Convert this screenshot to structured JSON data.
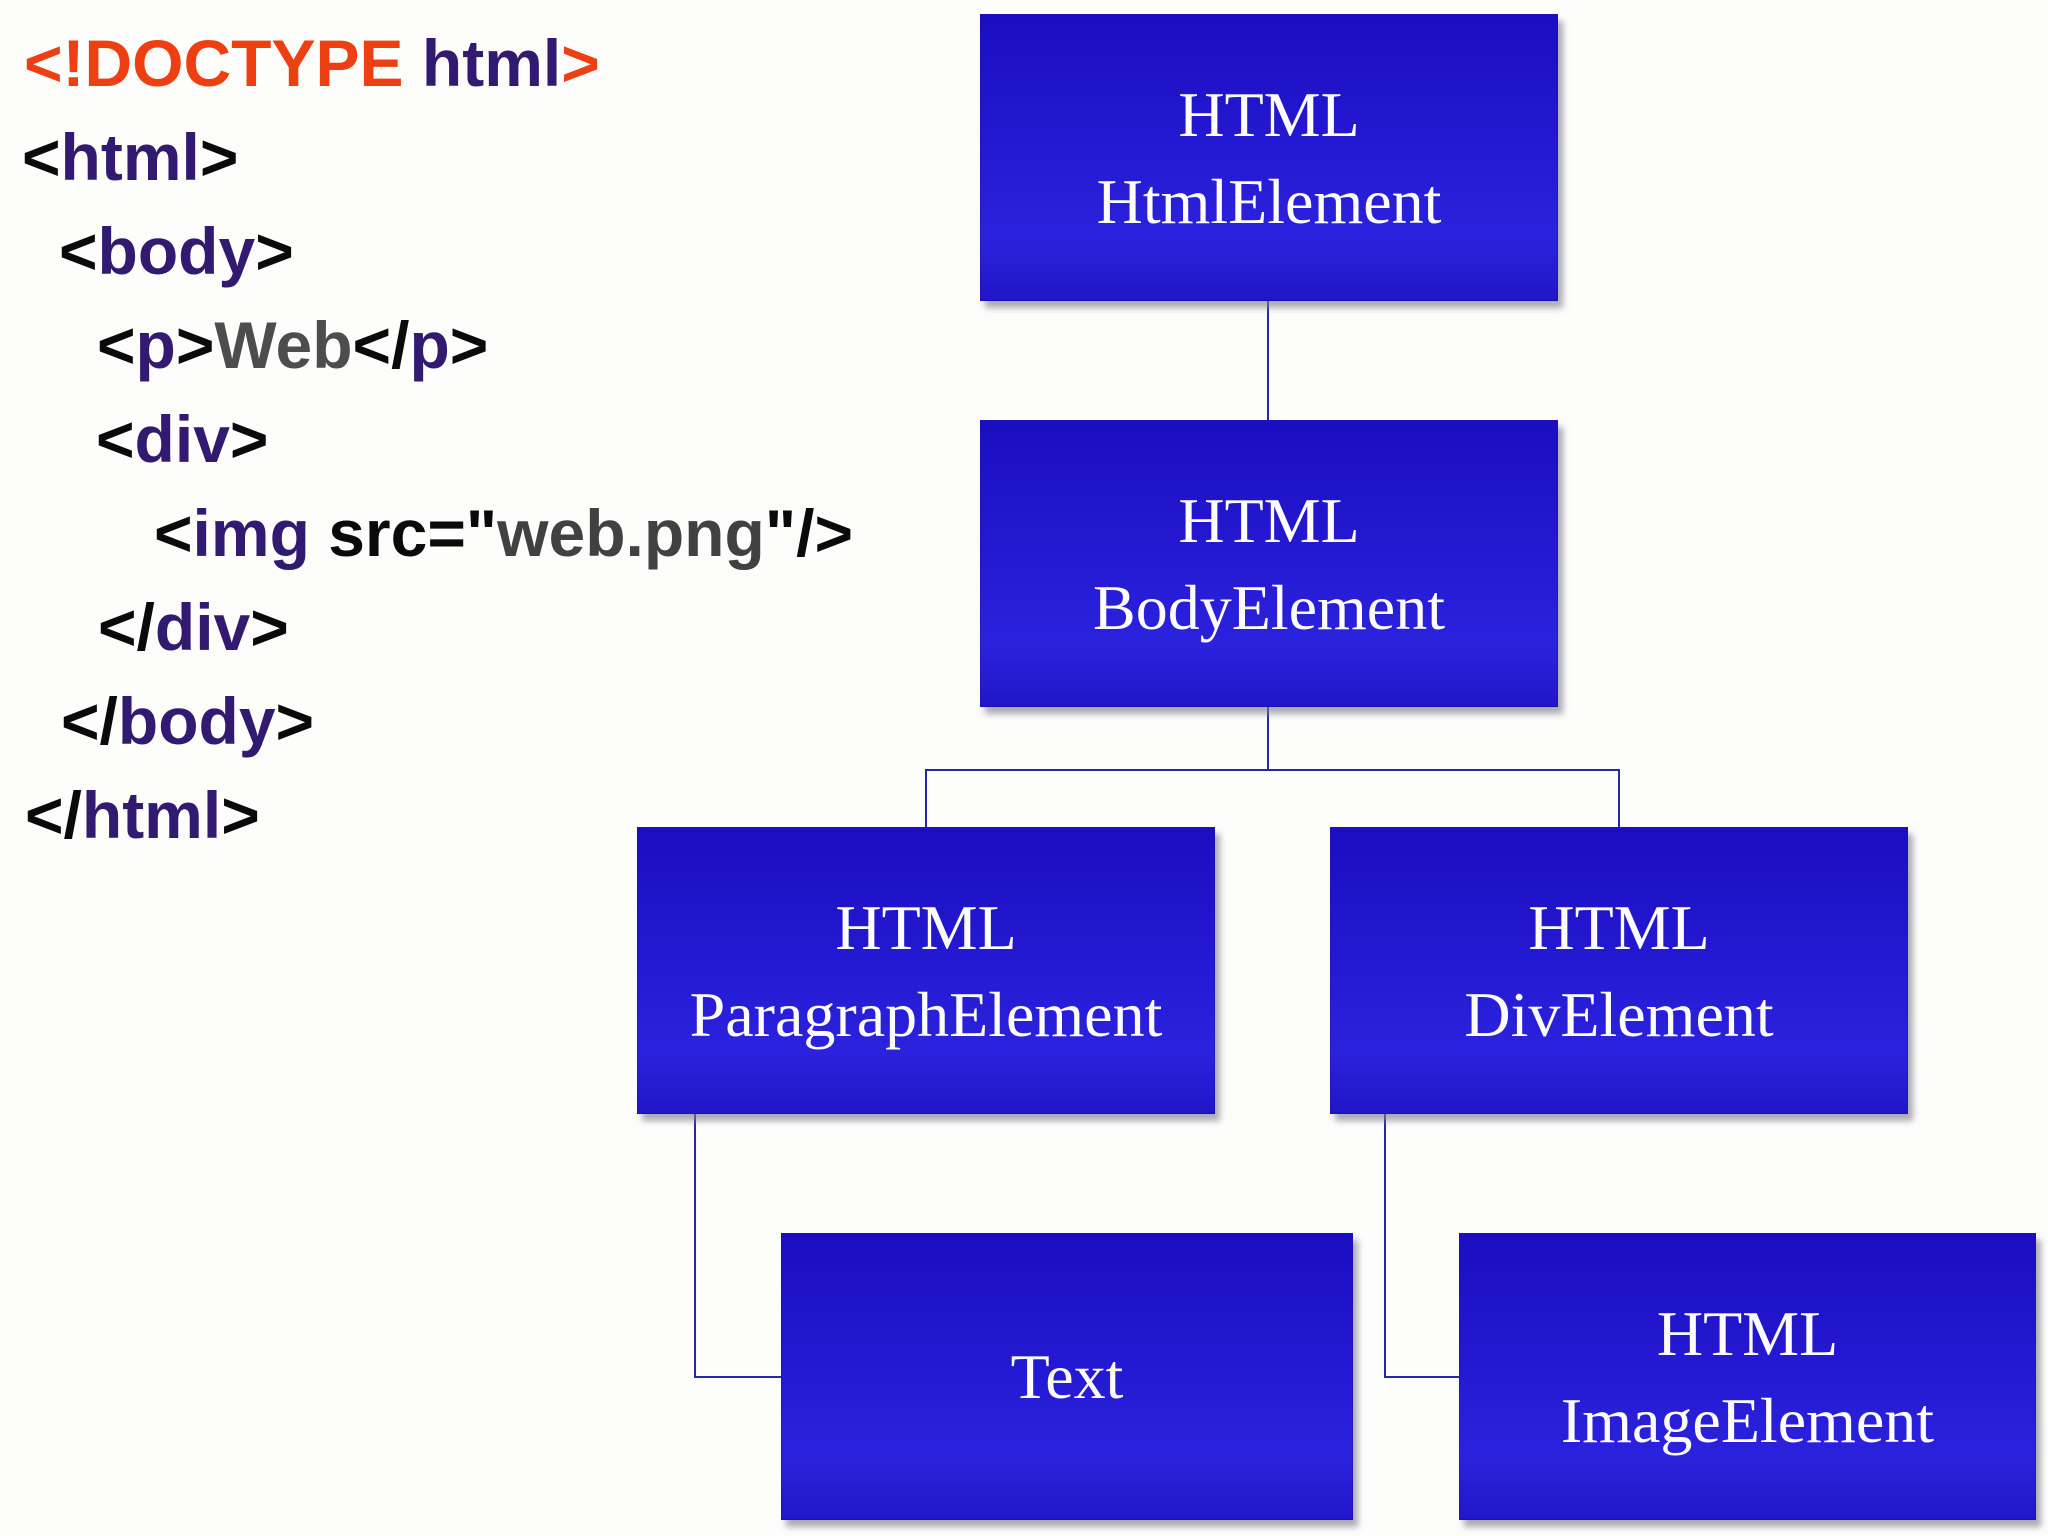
{
  "background": "#fdfdfc",
  "code": {
    "colors": {
      "doctype": "#ee3f12",
      "tag": "#311a70",
      "bracket": "#0a0a0a",
      "text": "#4d4d4d",
      "attr_value": "#414141"
    },
    "lines": [
      {
        "indent": 2,
        "segments": [
          {
            "t": "<!DOCTYPE ",
            "c": "doctype"
          },
          {
            "t": "html",
            "c": "tag"
          },
          {
            "t": ">",
            "c": "doctype"
          }
        ]
      },
      {
        "indent": 0,
        "segments": [
          {
            "t": "<",
            "c": "bracket"
          },
          {
            "t": "html",
            "c": "tag"
          },
          {
            "t": ">",
            "c": "bracket"
          }
        ]
      },
      {
        "indent": 37,
        "segments": [
          {
            "t": "<",
            "c": "bracket"
          },
          {
            "t": "body",
            "c": "tag"
          },
          {
            "t": ">",
            "c": "bracket"
          }
        ]
      },
      {
        "indent": 75,
        "segments": [
          {
            "t": "<",
            "c": "bracket"
          },
          {
            "t": "p",
            "c": "tag"
          },
          {
            "t": ">",
            "c": "bracket"
          },
          {
            "t": "Web",
            "c": "text"
          },
          {
            "t": "</",
            "c": "bracket"
          },
          {
            "t": "p",
            "c": "tag"
          },
          {
            "t": ">",
            "c": "bracket"
          }
        ]
      },
      {
        "indent": 74,
        "segments": [
          {
            "t": "<",
            "c": "bracket"
          },
          {
            "t": "div",
            "c": "tag"
          },
          {
            "t": ">",
            "c": "bracket"
          }
        ]
      },
      {
        "indent": 132,
        "segments": [
          {
            "t": "<",
            "c": "bracket"
          },
          {
            "t": "img",
            "c": "tag"
          },
          {
            "t": " src=\"",
            "c": "bracket"
          },
          {
            "t": "web.png",
            "c": "attr_value"
          },
          {
            "t": "\"/>",
            "c": "bracket"
          }
        ]
      },
      {
        "indent": 76,
        "segments": [
          {
            "t": "</",
            "c": "bracket"
          },
          {
            "t": "div",
            "c": "tag"
          },
          {
            "t": ">",
            "c": "bracket"
          }
        ]
      },
      {
        "indent": 39,
        "segments": [
          {
            "t": "</",
            "c": "bracket"
          },
          {
            "t": "body",
            "c": "tag"
          },
          {
            "t": ">",
            "c": "bracket"
          }
        ]
      },
      {
        "indent": 3,
        "segments": [
          {
            "t": "</",
            "c": "bracket"
          },
          {
            "t": "html",
            "c": "tag"
          },
          {
            "t": ">",
            "c": "bracket"
          }
        ]
      }
    ]
  },
  "tree": {
    "box_gradient_top": "#1b0ec0",
    "box_gradient_bottom": "#2b22dd",
    "connector_color": "#2826a8",
    "nodes": {
      "html": {
        "line1": "HTML",
        "line2": "HtmlElement"
      },
      "body": {
        "line1": "HTML",
        "line2": "BodyElement"
      },
      "p": {
        "line1": "HTML",
        "line2": "ParagraphElement"
      },
      "div": {
        "line1": "HTML",
        "line2": "DivElement"
      },
      "text": {
        "line1": "Text"
      },
      "img": {
        "line1": "HTML",
        "line2": "ImageElement"
      }
    }
  }
}
